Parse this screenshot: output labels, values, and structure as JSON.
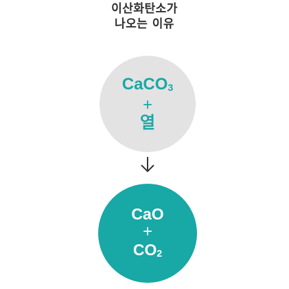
{
  "title": {
    "line1": "이산화탄소가",
    "line2": "나오는 이유"
  },
  "reactant": {
    "formula_main": "CaCO",
    "formula_sub": "3",
    "plus": "+",
    "energy": "열"
  },
  "product": {
    "formula1": "CaO",
    "plus": "+",
    "formula2_main": "CO",
    "formula2_sub": "2"
  },
  "icons": {
    "arrow": "arrow-down-icon"
  },
  "colors": {
    "teal": "#18a8a6",
    "gray_circle": "#e3e3e4",
    "title_text": "#2f2f2f"
  }
}
